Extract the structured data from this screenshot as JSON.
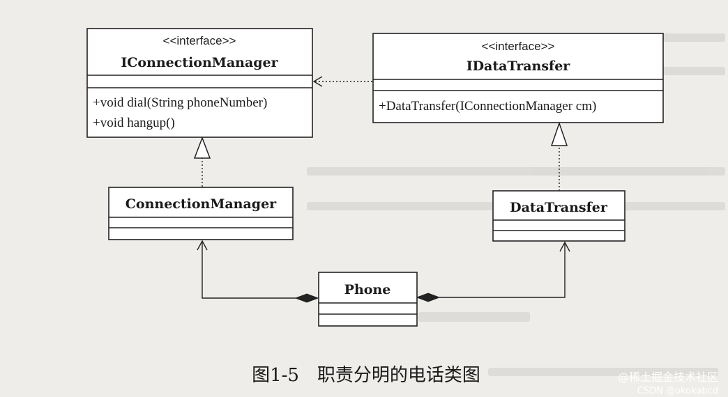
{
  "classes": {
    "iconnection_manager": {
      "stereotype": "<<interface>>",
      "name": "IConnectionManager",
      "methods": [
        "+void dial(String phoneNumber)",
        "+void hangup()"
      ]
    },
    "idata_transfer": {
      "stereotype": "<<interface>>",
      "name": "IDataTransfer",
      "methods": [
        "+DataTransfer(IConnectionManager cm)"
      ]
    },
    "connection_manager": {
      "name": "ConnectionManager"
    },
    "data_transfer": {
      "name": "DataTransfer"
    },
    "phone": {
      "name": "Phone"
    }
  },
  "caption": "图1-5　职责分明的电话类图",
  "watermark": {
    "line1": "@稀土掘金技术社区",
    "line2": "CSDN @okokabcd"
  }
}
